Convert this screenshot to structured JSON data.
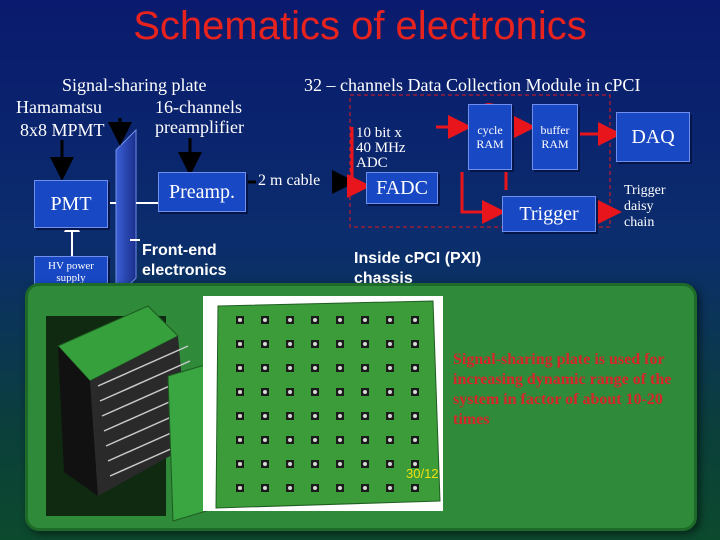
{
  "title": "Schematics of electronics",
  "left_labels": {
    "plate_line1": "Signal-sharing plate",
    "hamamatsu": "Hamamatsu",
    "channels16": "16-channels",
    "mpmt": "8x8 MPMT",
    "preamplifier": "preamplifier"
  },
  "module_title": "32 – channels Data Collection Module in cPCI",
  "boxes": {
    "pmt": "PMT",
    "preamp": "Preamp.",
    "hv": "HV power supply",
    "fadc": "FADC",
    "cycle_ram": "cycle RAM",
    "buffer_ram": "buffer RAM",
    "daq": "DAQ",
    "trigger": "Trigger"
  },
  "annotations": {
    "cable": "2 m cable",
    "adc_line1": "10 bit x",
    "adc_line2": "40 MHz",
    "adc_line3": "ADC",
    "front_end_1": "Front-end",
    "front_end_2": "electronics",
    "inside_1": "Inside cPCI (PXI)",
    "inside_2": "chassis",
    "daisy_1": "Trigger",
    "daisy_2": "daisy",
    "daisy_3": "chain"
  },
  "overlay": {
    "caption": "Signal-sharing plate is used for increasing dynamic range of the system in factor of about 10-20 times",
    "slide_number": "30/12"
  },
  "colors": {
    "title": "#e8231e",
    "box_fill": "#1948c4",
    "arrow_red": "#e8161c",
    "overlay_green": "#2f8a3a",
    "caption_red": "#d6262a"
  }
}
